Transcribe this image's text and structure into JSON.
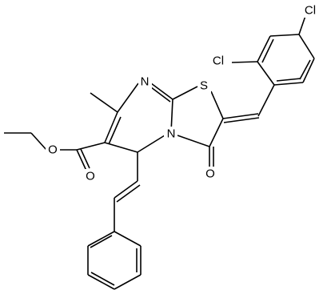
{
  "molecule": {
    "atoms": {
      "cl1": "Cl",
      "cl2": "Cl",
      "s1": "S",
      "n_ring": "N",
      "n_fused": "N",
      "o_ketone": "O",
      "o_ester_carbonyl": "O",
      "o_ester_ether": "O"
    }
  }
}
